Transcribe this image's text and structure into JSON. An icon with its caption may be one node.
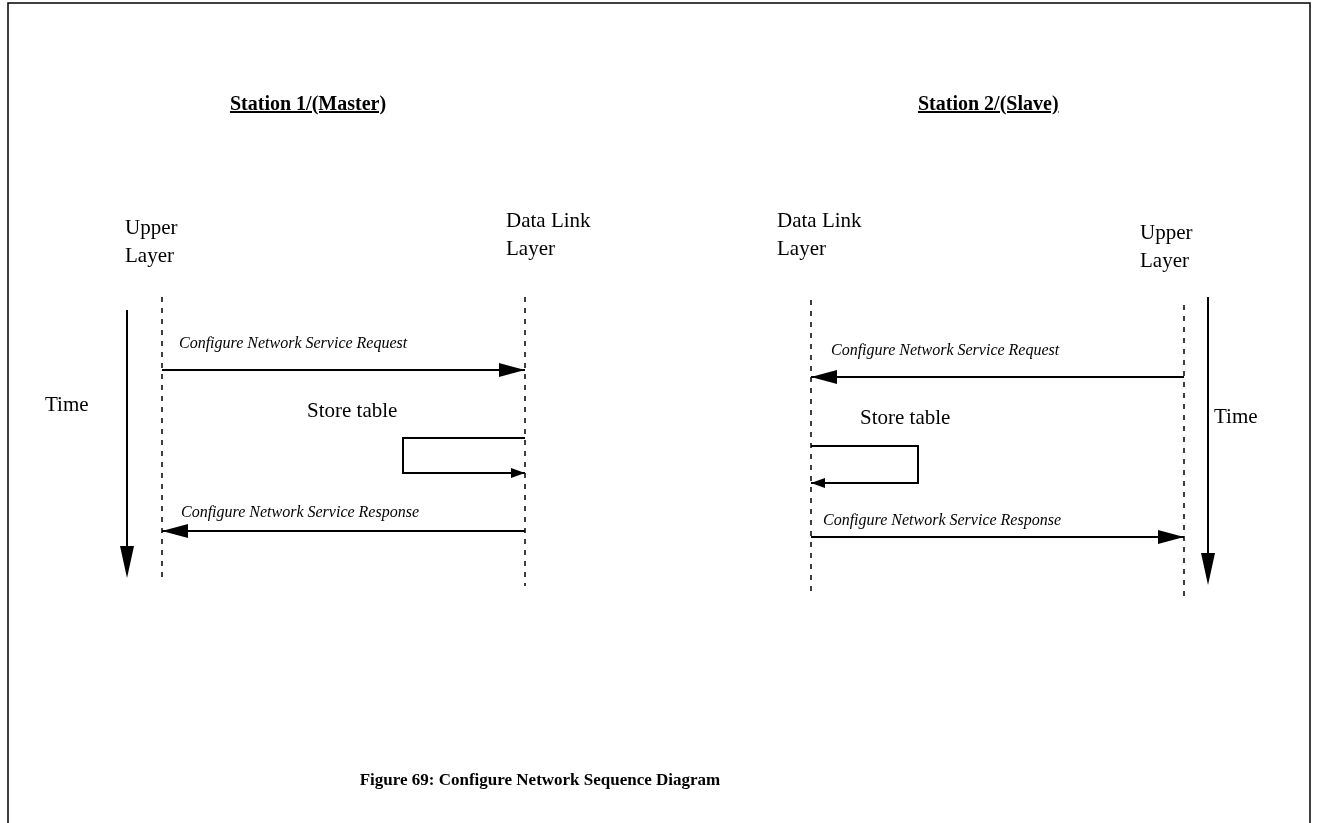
{
  "diagram": {
    "caption": "Figure 69: Configure Network Sequence Diagram",
    "nodes": [
      {
        "text": [
          "Upper Layer"
        ]
      },
      {
        "text": [
          "Data Link Layer"
        ]
      },
      {
        "text": [
          "Data Link Layer"
        ]
      },
      {
        "text": [
          "Upper Layer"
        ]
      }
    ],
    "edges": [
      {
        "from": 0,
        "to": 1,
        "arrow": "to",
        "label": "Configure Network Service Request"
      },
      {
        "from": 1,
        "to": 1,
        "arrow": "to",
        "label": "Store table"
      },
      {
        "from": 1,
        "to": 0,
        "arrow": "to",
        "label": "Configure Network Service Response"
      },
      {
        "from": 3,
        "to": 2,
        "arrow": "to",
        "label": "Configure Network Service Request"
      },
      {
        "from": 2,
        "to": 2,
        "arrow": "to",
        "label": "Store table"
      },
      {
        "from": 2,
        "to": 3,
        "arrow": "to",
        "label": "Configure Network Service Response"
      }
    ],
    "labels": [
      "Station 1/(Master)",
      "Station 2/(Slave)",
      "Time",
      "Time"
    ]
  }
}
